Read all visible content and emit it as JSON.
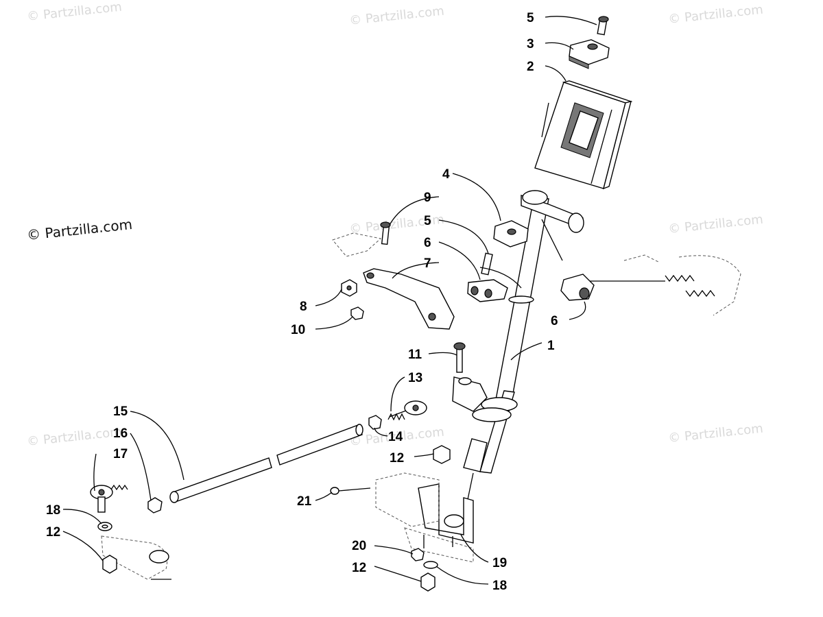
{
  "watermark": {
    "main": "© Partzilla.com",
    "faint": "© Partzilla.com"
  },
  "callouts": {
    "c1": "1",
    "c2": "2",
    "c3": "3",
    "c4": "4",
    "c5a": "5",
    "c5b": "5",
    "c6a": "6",
    "c6b": "6",
    "c7": "7",
    "c8": "8",
    "c9": "9",
    "c10": "10",
    "c11": "11",
    "c12a": "12",
    "c12b": "12",
    "c12c": "12",
    "c13": "13",
    "c14": "14",
    "c15": "15",
    "c16": "16",
    "c17": "17",
    "c18a": "18",
    "c18b": "18",
    "c19": "19",
    "c20": "20",
    "c21": "21"
  }
}
